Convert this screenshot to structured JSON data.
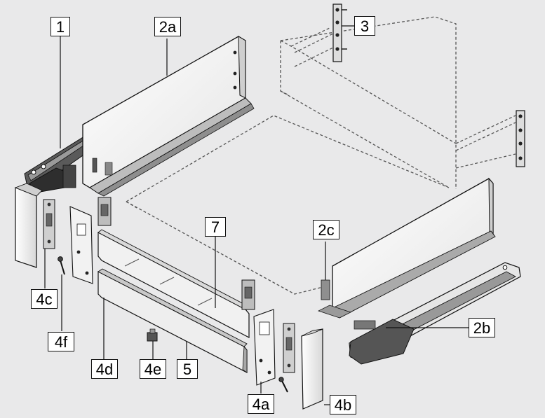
{
  "labels": {
    "l1": "1",
    "l2a": "2a",
    "l3": "3",
    "l2c": "2c",
    "l7": "7",
    "l2b": "2b",
    "l4c": "4c",
    "l4f": "4f",
    "l4d": "4d",
    "l4e": "4e",
    "l5": "5",
    "l4a": "4a",
    "l4b": "4b"
  },
  "colors": {
    "background": "#e9e9ea",
    "panel": "#f4f4f4",
    "outline": "#111111",
    "dark_part": "#3a3a3a",
    "mid_grey": "#8d8d8d"
  }
}
